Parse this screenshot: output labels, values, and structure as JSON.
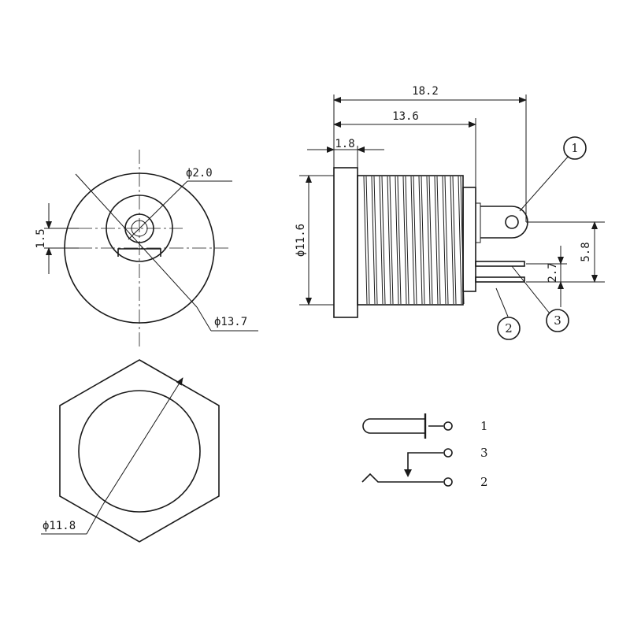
{
  "dimensions": {
    "inner_hole": "ϕ2.0",
    "offset": "1.5",
    "flange": "ϕ13.7",
    "hex_bore": "ϕ11.8",
    "thread": "ϕ11.6",
    "flange_thickness": "1.8",
    "body_length": "13.6",
    "total_length": "18.2",
    "pin3_offset": "2.7",
    "pin1_offset": "5.8"
  },
  "callouts": [
    "1",
    "2",
    "3"
  ],
  "schematic_labels": [
    "1",
    "3",
    "2"
  ]
}
